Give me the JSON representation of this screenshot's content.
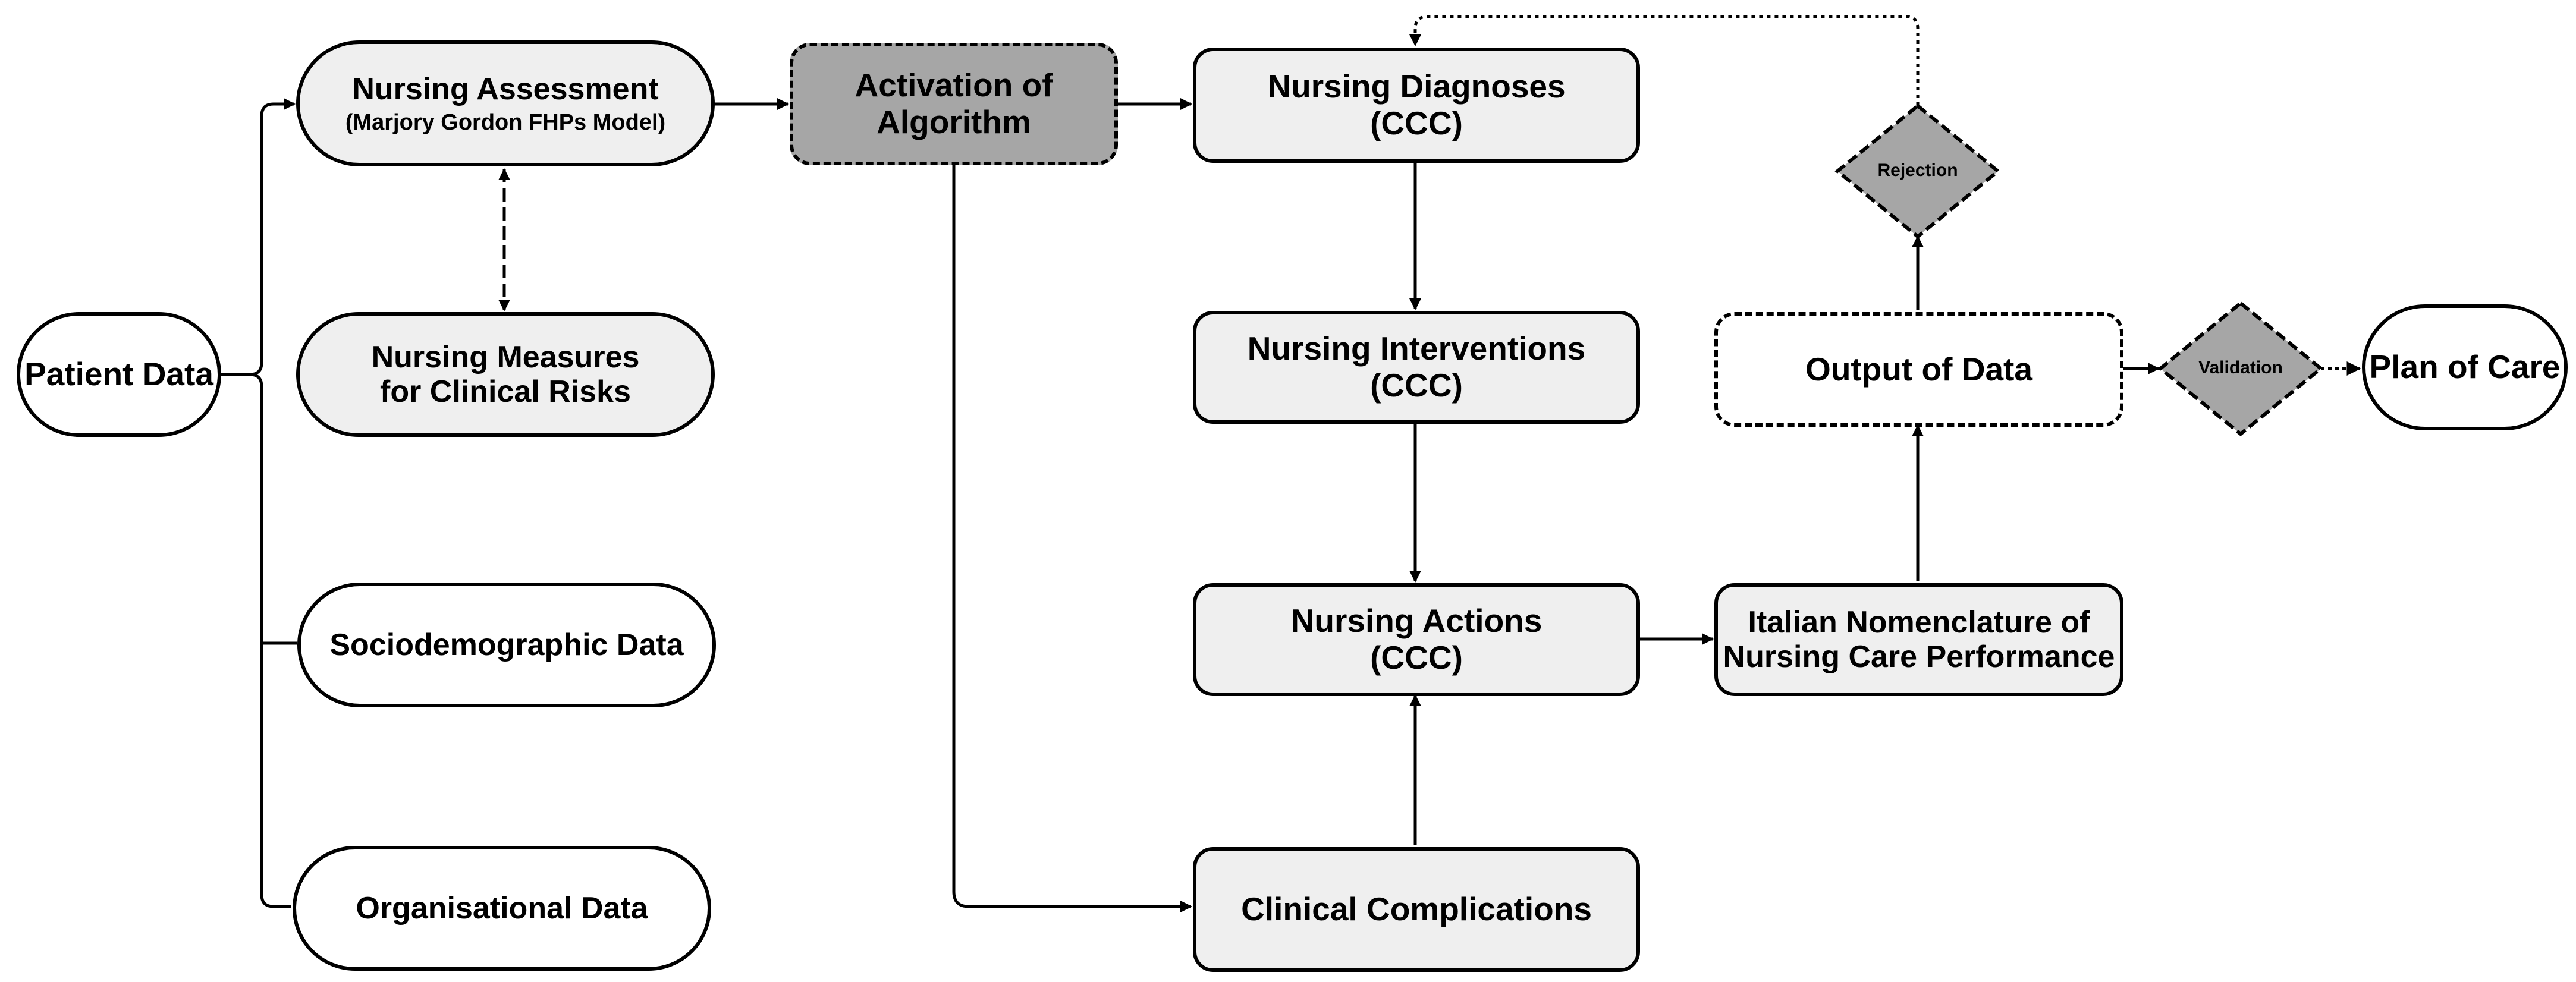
{
  "nodes": {
    "patient_data": "Patient Data",
    "nursing_assessment": "Nursing Assessment",
    "nursing_assessment_sub": "(Marjory Gordon FHPs Model)",
    "nursing_measures_line1": "Nursing Measures",
    "nursing_measures_line2": "for Clinical Risks",
    "sociodemographic": "Sociodemographic Data",
    "organisational": "Organisational Data",
    "activation_line1": "Activation of",
    "activation_line2": "Algorithm",
    "diagnoses_line1": "Nursing Diagnoses",
    "diagnoses_line2": "(CCC)",
    "interventions_line1": "Nursing Interventions",
    "interventions_line2": "(CCC)",
    "actions_line1": "Nursing Actions",
    "actions_line2": "(CCC)",
    "complications": "Clinical Complications",
    "italian_line1": "Italian Nomenclature of",
    "italian_line2": "Nursing Care Performance",
    "output": "Output of Data",
    "rejection": "Rejection",
    "validation": "Validation",
    "plan_of_care": "Plan of Care"
  },
  "colors": {
    "light_fill": "#efefef",
    "dark_fill": "#a6a6a6",
    "stroke": "#000000"
  }
}
